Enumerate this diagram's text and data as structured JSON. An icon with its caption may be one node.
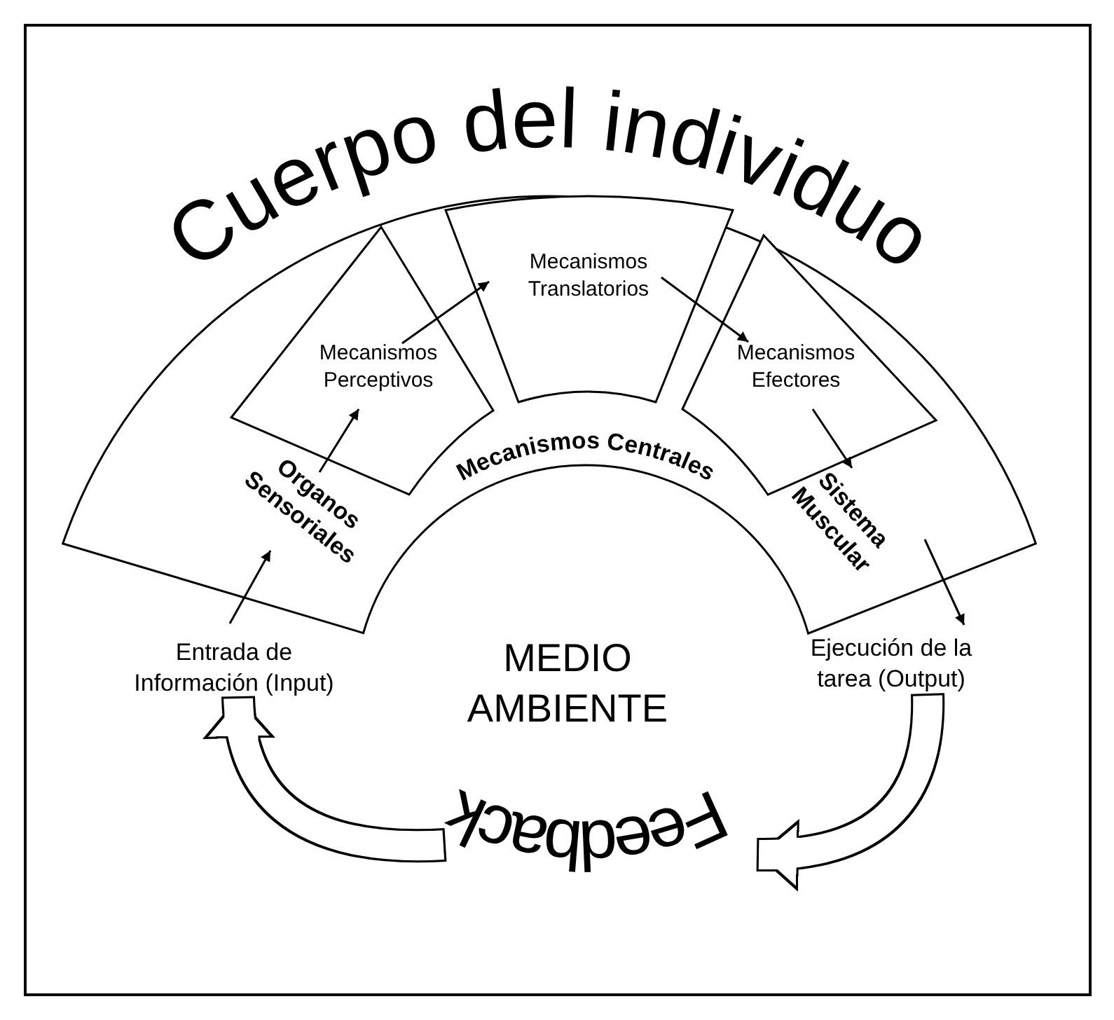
{
  "diagram": {
    "nodes": [
      {
        "text": [
          "Cuerpo del individuo"
        ]
      },
      {
        "text": [
          "Mecanismos Perceptivos"
        ],
        "in": 0
      },
      {
        "text": [
          "Mecanismos Translatorios"
        ],
        "in": 0
      },
      {
        "text": [
          "Mecanismos Efectores"
        ],
        "in": 0
      },
      {
        "text": [
          "Organos Sensoriales"
        ],
        "in": 0
      },
      {
        "text": [
          "Sistema Muscular"
        ],
        "in": 0
      },
      {
        "text": [
          "Entrada de Información (Input)"
        ]
      },
      {
        "text": [
          "Ejecución de la tarea (Output)"
        ]
      },
      {
        "text": [
          "Feedback"
        ]
      }
    ],
    "edges": [
      {
        "from": 6,
        "to": 4,
        "arrow": "to"
      },
      {
        "from": 4,
        "to": 1,
        "arrow": "to"
      },
      {
        "from": 1,
        "to": 2,
        "arrow": "to"
      },
      {
        "from": 2,
        "to": 3,
        "arrow": "to"
      },
      {
        "from": 3,
        "to": 5,
        "arrow": "to"
      },
      {
        "from": 5,
        "to": 7,
        "arrow": "to"
      },
      {
        "from": 7,
        "to": 8,
        "arrow": "to",
        "style": "thick"
      },
      {
        "from": 8,
        "to": 6,
        "arrow": "to",
        "style": "thick"
      }
    ],
    "labels": [
      "Mecanismos Centrales",
      "MEDIO AMBIENTE"
    ]
  }
}
